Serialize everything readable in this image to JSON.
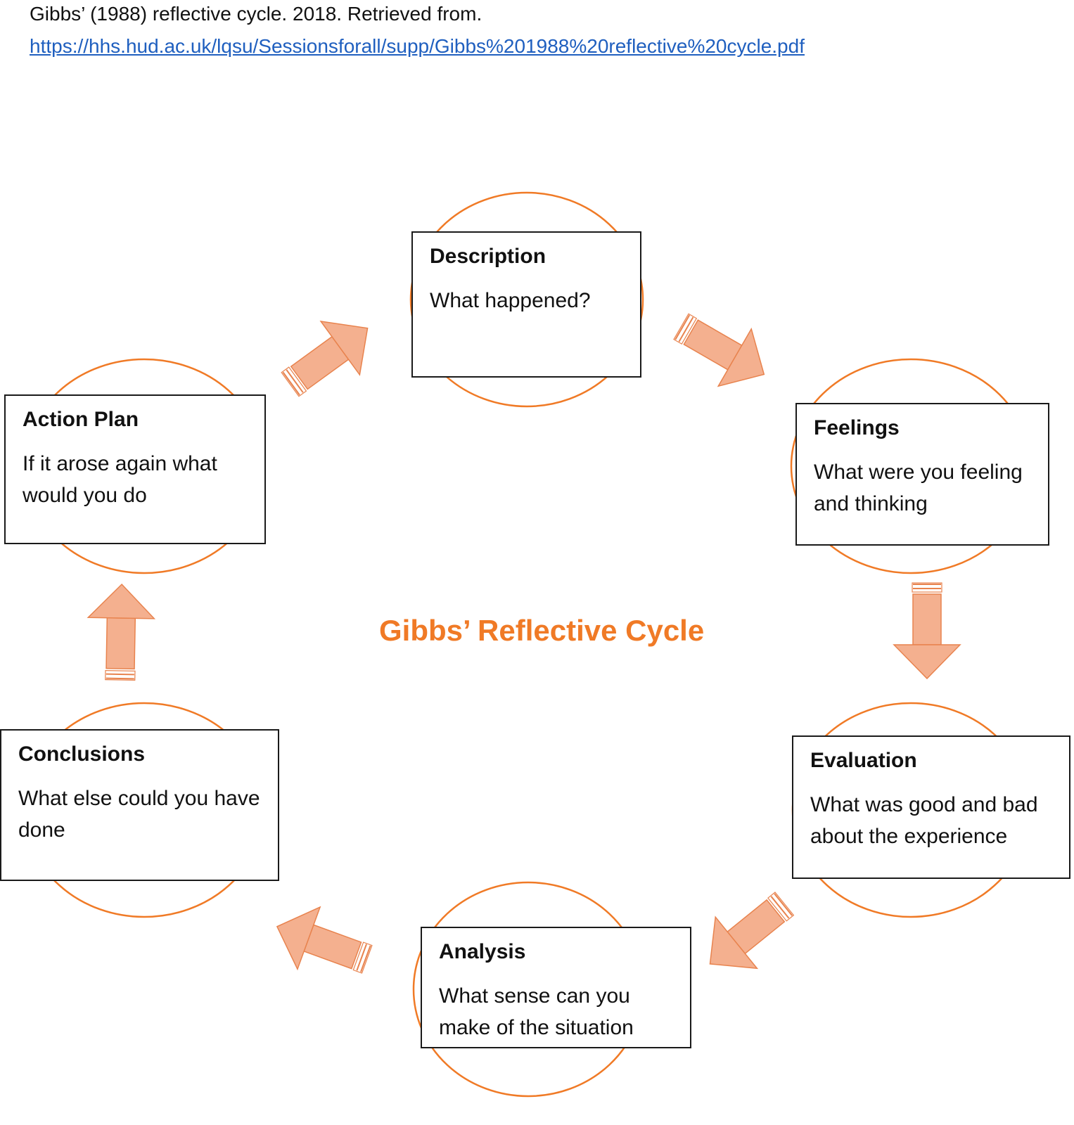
{
  "citation": {
    "text": "Gibbs’ (1988) reflective cycle. 2018. Retrieved from.",
    "link": "https://hhs.hud.ac.uk/lqsu/Sessionsforall/supp/Gibbs%201988%20reflective%20cycle.pdf"
  },
  "title": "Gibbs’ Reflective Cycle",
  "colors": {
    "accent": "#f07a26",
    "arrow_fill": "#f4b08f",
    "arrow_stroke": "#e8834e"
  },
  "stages": {
    "description": {
      "title": "Description",
      "body": "What happened?"
    },
    "feelings": {
      "title": "Feelings",
      "body": "What were you feeling and thinking"
    },
    "evaluation": {
      "title": "Evaluation",
      "body": "What was good and bad about the experience"
    },
    "analysis": {
      "title": "Analysis",
      "body": "What sense can you make of the situation"
    },
    "conclusions": {
      "title": "Conclusions",
      "body": "What else could you have done"
    },
    "action_plan": {
      "title": "Action Plan",
      "body": "If it arose again what would you do"
    }
  }
}
